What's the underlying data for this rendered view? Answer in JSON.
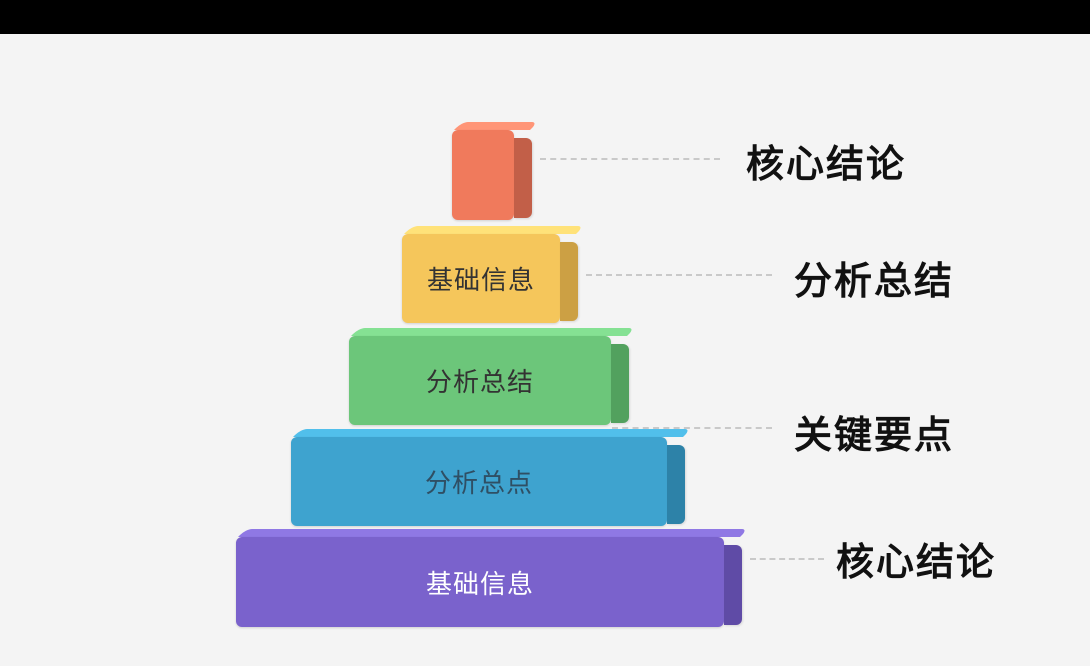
{
  "levels": [
    {
      "label": "",
      "color": "#f07a5c",
      "label_color": "#333333"
    },
    {
      "label": "基础信息",
      "color": "#f5c65b",
      "label_color": "#333333"
    },
    {
      "label": "分析总结",
      "color": "#6cc67a",
      "label_color": "#333333"
    },
    {
      "label": "分析总点",
      "color": "#3ea3cf",
      "label_color": "#2f4f64"
    },
    {
      "label": "基础信息",
      "color": "#7a62cc",
      "label_color": "#ffffff"
    }
  ],
  "right_labels": [
    "核心结论",
    "分析总结",
    "关键要点",
    "核心结论"
  ]
}
